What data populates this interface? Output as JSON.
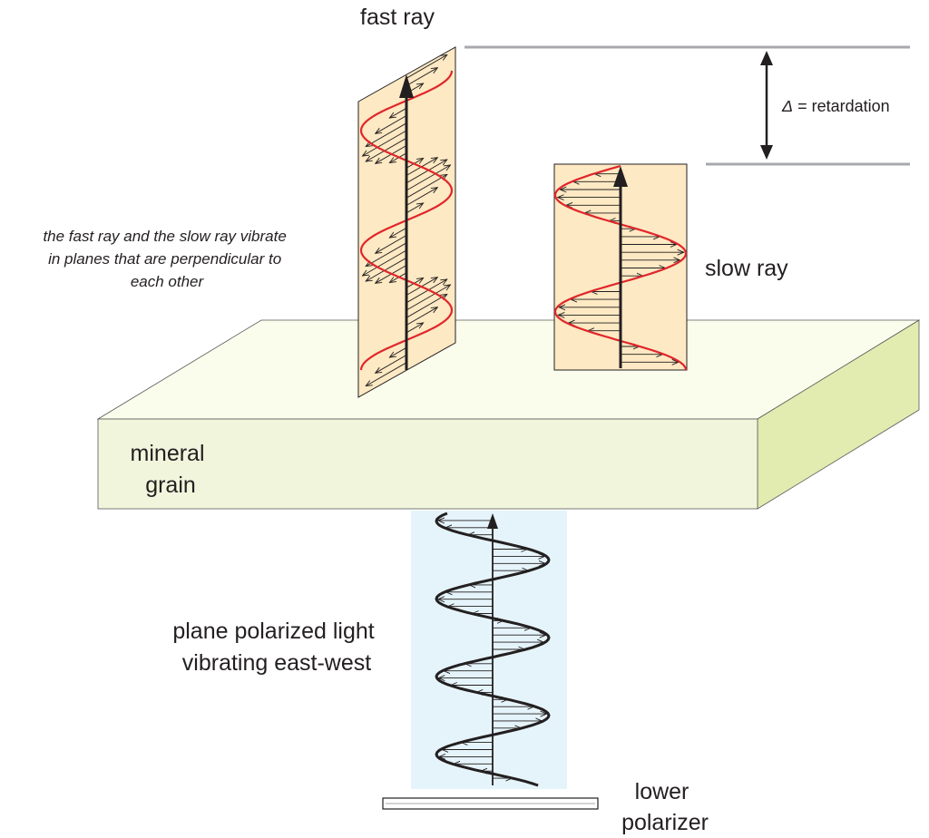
{
  "labels": {
    "fast_ray": "fast ray",
    "slow_ray": "slow ray",
    "retardation_symbol": "Δ",
    "retardation_text": " = retardation",
    "perpendicular_note": [
      "the fast ray and the slow ray vibrate",
      "in planes that are perpendicular to",
      "each other"
    ],
    "mineral_grain": [
      "mineral",
      "grain"
    ],
    "plane_polarized": [
      "plane polarized light",
      "vibrating east-west"
    ],
    "lower_polarizer": [
      "lower",
      "polarizer"
    ]
  },
  "colors": {
    "ray_plane_fill": "#fde9c3",
    "ppl_plane_fill": "#e5f4fa",
    "grain_top": "#fbfdec",
    "grain_front": "#f1f5dc",
    "grain_side": "#e2ebb0",
    "wave_red": "#e0262b",
    "wave_black": "#231f20",
    "guide_gray": "#a7a9ac"
  }
}
